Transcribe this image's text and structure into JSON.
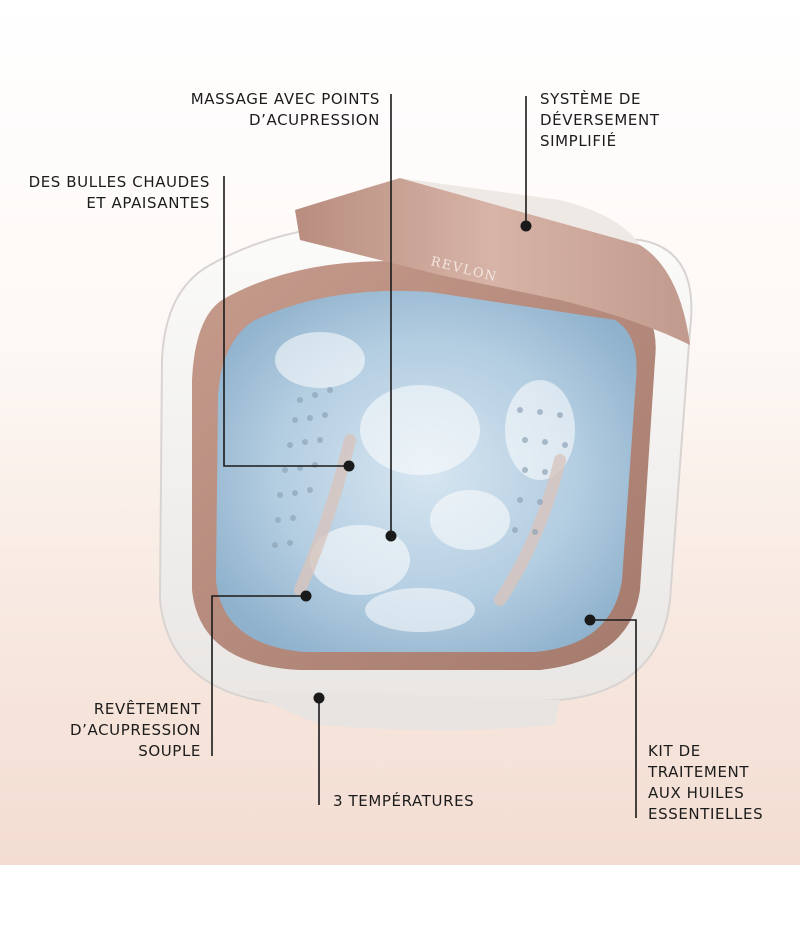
{
  "product": {
    "brand_mark": "REVLON"
  },
  "callouts": [
    {
      "id": "acupressure-points",
      "lines": [
        "MASSAGE AVEC POINTS",
        "D’ACUPRESSION"
      ]
    },
    {
      "id": "easy-drain",
      "lines": [
        "SYSTÈME DE",
        "DÉVERSEMENT",
        "SIMPLIFIÉ"
      ]
    },
    {
      "id": "bubbles",
      "lines": [
        "DES BULLES CHAUDES",
        "ET APAISANTES"
      ]
    },
    {
      "id": "soft-coating",
      "lines": [
        "REVÊTEMENT",
        "D’ACUPRESSION",
        "SOUPLE"
      ]
    },
    {
      "id": "temperatures",
      "lines": [
        "3 TEMPÉRATURES"
      ]
    },
    {
      "id": "oil-kit",
      "lines": [
        "KIT DE",
        "TRAITEMENT",
        "AUX HUILES",
        "ESSENTIELLES"
      ]
    }
  ],
  "colors": {
    "rose_gold": "#c9a092",
    "shell_white": "#f4f3f2",
    "water_blue": "#a9c4db",
    "leader_line": "#1a1a1a"
  }
}
